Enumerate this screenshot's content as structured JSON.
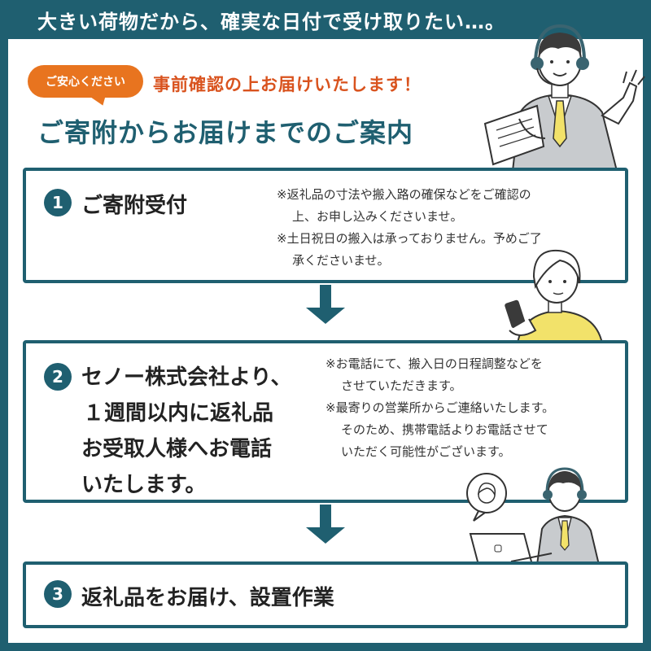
{
  "banner": {
    "text": "大きい荷物だから、確実な日付で受け取りたい…。"
  },
  "header": {
    "bubble": "ご安心ください",
    "lead": "事前確認の上お届けいたします！",
    "title": "ご寄附からお届けまでのご案内"
  },
  "steps": [
    {
      "number": "1",
      "title": "ご寄附受付",
      "notes": [
        {
          "line1": "※返礼品の寸法や搬入路の確保などをご確認の",
          "line2": "上、お申し込みくださいませ。"
        },
        {
          "line1": "※土日祝日の搬入は承っておりません。予めご了",
          "line2": "承くださいませ。"
        }
      ]
    },
    {
      "number": "2",
      "title_lines": [
        "セノー株式会社より、",
        "１週間以内に返礼品",
        "お受取人様へお電話",
        "いたします。"
      ],
      "notes": [
        {
          "line1": "※お電話にて、搬入日の日程調整などを",
          "line2": "させていただきます。"
        },
        {
          "line1": "※最寄りの営業所からご連絡いたします。",
          "line2": "そのため、携帯電話よりお電話させて",
          "line3": "いただく可能性がございます。"
        }
      ]
    },
    {
      "number": "3",
      "title": "返礼品をお届け、設置作業"
    }
  ],
  "colors": {
    "primary": "#1f5f70",
    "accent_orange": "#e8741f",
    "accent_red": "#d9531e",
    "tie_yellow": "#f2e26a"
  },
  "illustrations": [
    "operator-with-headset-icon",
    "woman-on-phone-icon",
    "operator-at-laptop-icon"
  ]
}
